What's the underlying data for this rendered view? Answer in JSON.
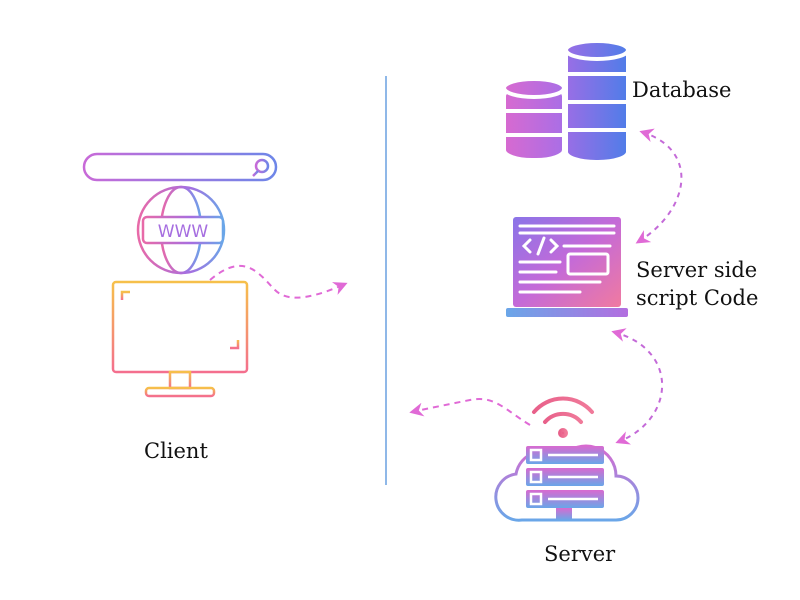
{
  "labels": {
    "client": "Client",
    "database": "Database",
    "script_line1": "Server side",
    "script_line2": "script Code",
    "server": "Server"
  },
  "icons": {
    "search_bar": "search-bar-icon",
    "globe": "www-globe-icon",
    "monitor": "monitor-icon",
    "database": "database-icon",
    "code": "code-window-icon",
    "server": "cloud-server-icon",
    "wifi": "wifi-icon"
  },
  "colors": {
    "divider": "#8fb8e8",
    "arrow": "#e06ad6",
    "pink": "#f06fa0",
    "purple": "#a36ee0",
    "blue": "#4f7de8",
    "orange": "#f6b94a"
  },
  "illustration_text": {
    "www": "WWW"
  }
}
